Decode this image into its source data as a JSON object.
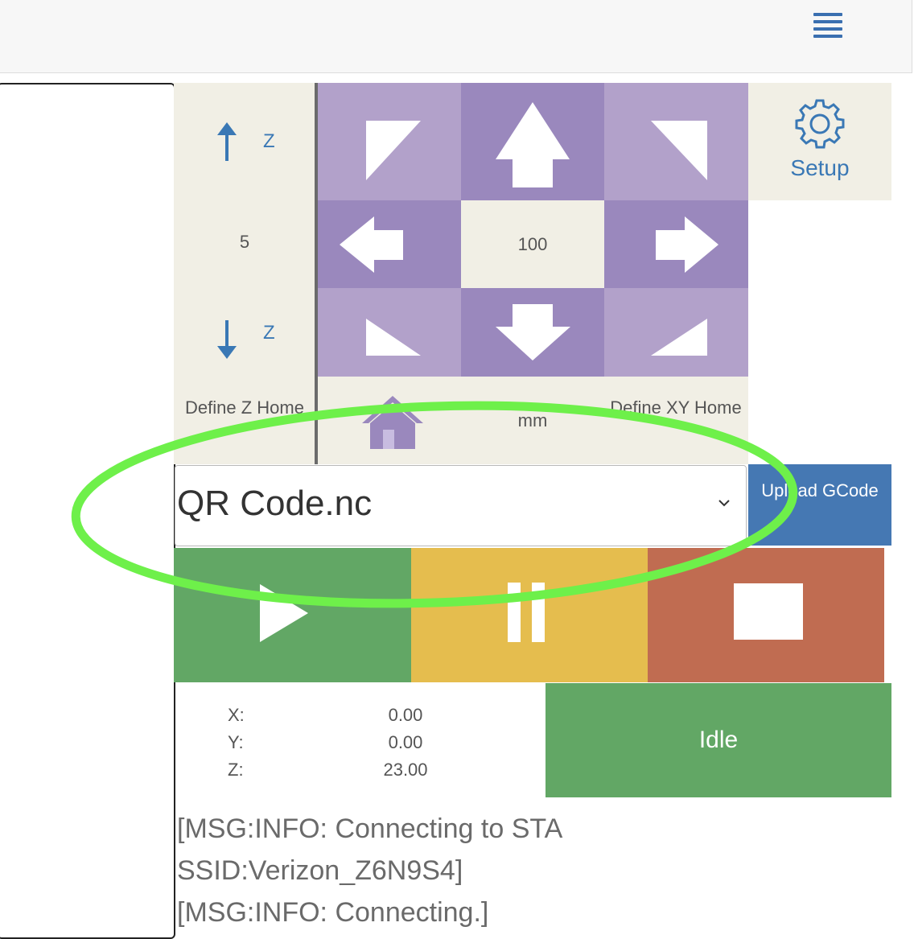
{
  "header": {
    "menu_icon": "hamburger-menu-icon"
  },
  "z_jog": {
    "up_label": "Z",
    "down_label": "Z",
    "step": "5",
    "define_home": "Define Z Home"
  },
  "xy_jog": {
    "step": "100",
    "unit": "mm",
    "define_home": "Define XY Home",
    "home_icon": "home-icon"
  },
  "setup": {
    "label": "Setup",
    "icon": "gear-icon"
  },
  "file": {
    "selected": "QR Code.nc",
    "upload_label": "Upload GCode"
  },
  "controls": {
    "run_icon": "play-icon",
    "pause_icon": "pause-icon",
    "stop_icon": "stop-icon"
  },
  "position": {
    "x_label": "X:",
    "x_value": "0.00",
    "y_label": "Y:",
    "y_value": "0.00",
    "z_label": "Z:",
    "z_value": "23.00"
  },
  "status": {
    "state": "Idle"
  },
  "console": {
    "lines": [
      "[MSG:INFO: Connecting to STA",
      "SSID:Verizon_Z6N9S4]",
      "[MSG:INFO: Connecting.]"
    ]
  },
  "colors": {
    "purple_light": "#b2a1ca",
    "purple_dark": "#9a88bd",
    "panel_bg": "#f1efe5",
    "blue": "#4578b3",
    "green": "#62a765",
    "yellow": "#e5bd4e",
    "red": "#c06c51",
    "annotation_green": "#6ef04a"
  }
}
